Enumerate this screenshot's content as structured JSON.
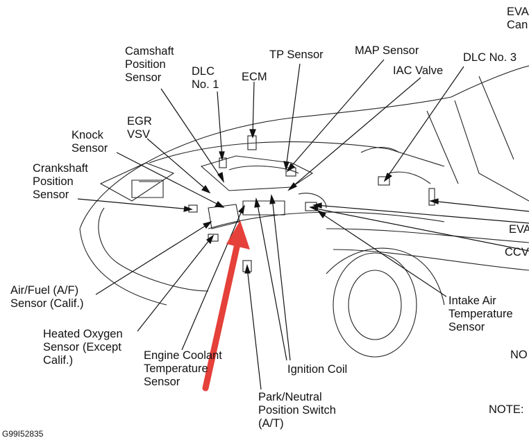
{
  "labels": {
    "camshaft": "Camshaft\nPosition\nSensor",
    "dlc1": "DLC\nNo. 1",
    "ecm": "ECM",
    "tp_sensor": "TP Sensor",
    "map_sensor": "MAP Sensor",
    "iac_valve": "IAC Valve",
    "dlc3": "DLC No. 3",
    "eva_top": "EVA\nCan",
    "egr_vsv": "EGR\nVSV",
    "knock": "Knock\nSensor",
    "crankshaft": "Crankshaft\nPosition\nSensor",
    "eva_right": "EVA",
    "ccv": "CCV",
    "air_fuel": "Air/Fuel (A/F)\nSensor (Calif.)",
    "intake_air": "Intake Air\nTemperature\nSensor",
    "heated_o2": "Heated Oxygen\nSensor (Except\nCalif.)",
    "coolant": "Engine Coolant\nTemperature\nSensor",
    "ignition_coil": "Ignition Coil",
    "no_right": "NO",
    "park_neutral": "Park/Neutral\nPosition Switch\n(A/T)",
    "note": "NOTE:",
    "figure_id": "G99I52835"
  },
  "colors": {
    "line": "#111111",
    "arrow": "#e5403a"
  }
}
